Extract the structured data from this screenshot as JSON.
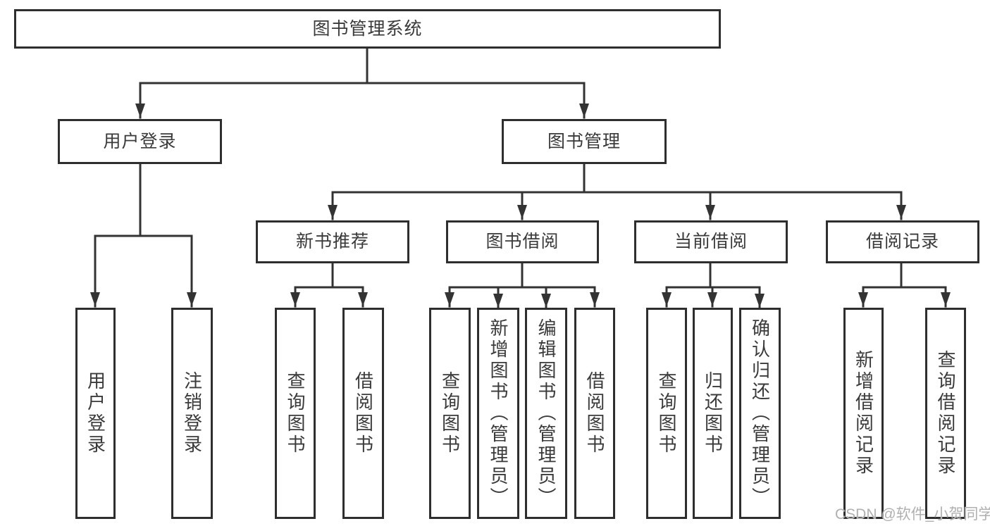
{
  "tree": {
    "root": {
      "label": "图书管理系统"
    },
    "branches": [
      {
        "label": "用户登录",
        "children": [
          {
            "label": "用户登录"
          },
          {
            "label": "注销登录"
          }
        ]
      },
      {
        "label": "图书管理",
        "children": [
          {
            "label": "新书推荐",
            "children": [
              {
                "label": "查询图书"
              },
              {
                "label": "借阅图书"
              }
            ]
          },
          {
            "label": "图书借阅",
            "children": [
              {
                "label": "查询图书"
              },
              {
                "label": "新增图书（管理员）"
              },
              {
                "label": "编辑图书（管理员）"
              },
              {
                "label": "借阅图书"
              }
            ]
          },
          {
            "label": "当前借阅",
            "children": [
              {
                "label": "查询图书"
              },
              {
                "label": "归还图书"
              },
              {
                "label": "确认归还（管理员）"
              }
            ]
          },
          {
            "label": "借阅记录",
            "children": [
              {
                "label": "新增借阅记录"
              },
              {
                "label": "查询借阅记录"
              }
            ]
          }
        ]
      }
    ]
  },
  "watermark": {
    "text": "CSDN @软件_小贺同学"
  },
  "colors": {
    "line": "#333333",
    "box_border": "#2e2e2e",
    "text": "#3a3a3a",
    "background": "#ffffff",
    "watermark": "#b0b0b0"
  }
}
